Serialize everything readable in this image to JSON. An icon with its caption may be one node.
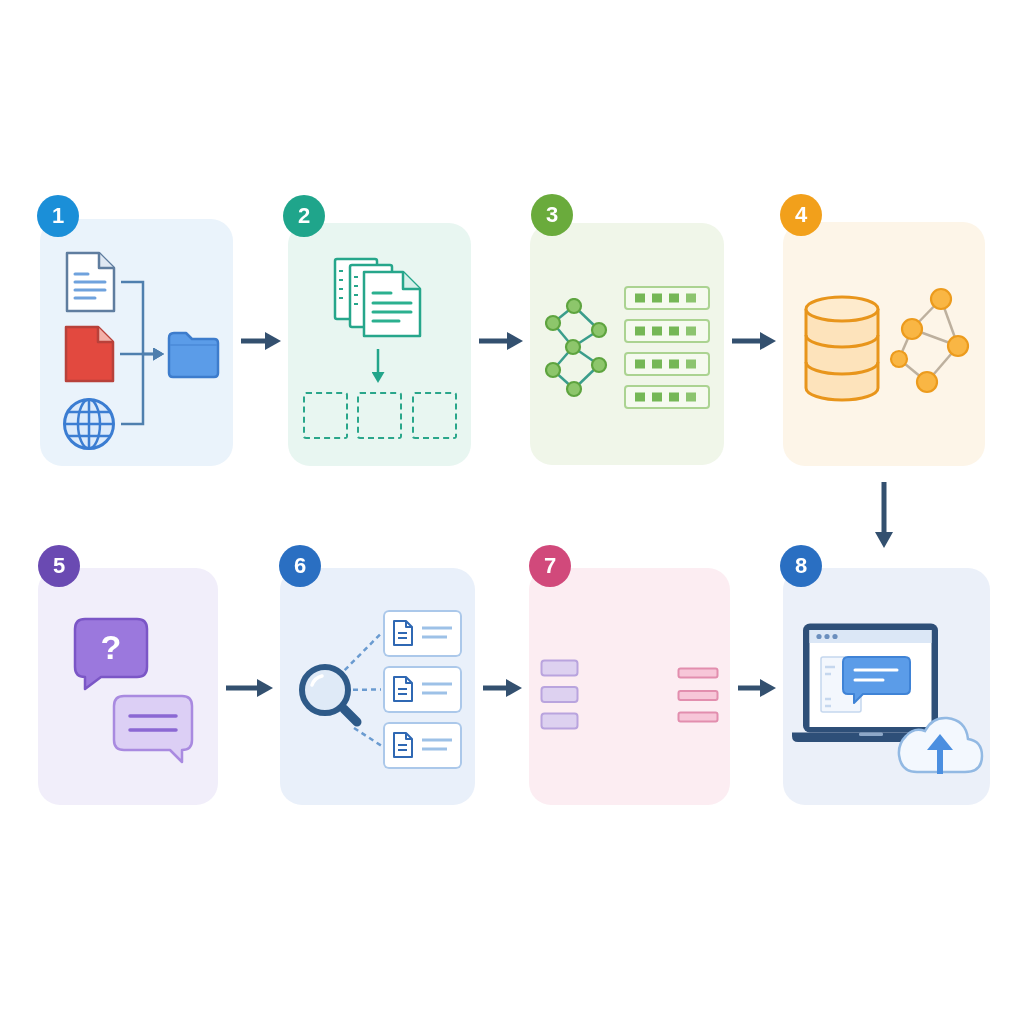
{
  "diagram": {
    "nodes": [
      {
        "text": [
          "1"
        ]
      },
      {
        "text": [],
        "shape": "picture",
        "in": 0
      },
      {
        "text": [],
        "shape": "picture",
        "in": 0
      },
      {
        "text": [],
        "shape": "picture",
        "in": 0
      },
      {
        "text": [],
        "shape": "picture",
        "in": 0
      },
      {
        "text": [
          "2"
        ]
      },
      {
        "text": [],
        "shape": "picture",
        "in": 5
      },
      {
        "text": [],
        "shape": "box",
        "in": 5
      },
      {
        "text": [],
        "shape": "box",
        "in": 5
      },
      {
        "text": [],
        "shape": "box",
        "in": 5
      },
      {
        "text": [
          "3"
        ]
      },
      {
        "text": [
          "4"
        ]
      },
      {
        "text": [
          "5"
        ]
      },
      {
        "text": [
          "?"
        ],
        "in": 12
      },
      {
        "text": [
          "6"
        ]
      },
      {
        "text": [],
        "shape": "picture",
        "in": 14
      },
      {
        "text": [],
        "shape": "box",
        "in": 14
      },
      {
        "text": [],
        "shape": "box",
        "in": 14
      },
      {
        "text": [],
        "shape": "box",
        "in": 14
      },
      {
        "text": [
          "7"
        ]
      },
      {
        "text": [
          "8"
        ]
      }
    ],
    "edges": [
      {
        "from": 1,
        "to": 4,
        "arrow": "to",
        "color": "#4f7fae"
      },
      {
        "from": 2,
        "to": 4,
        "arrow": "to",
        "color": "#4f7fae"
      },
      {
        "from": 3,
        "to": 4,
        "arrow": "to",
        "color": "#4f7fae"
      },
      {
        "from": 0,
        "to": 5,
        "arrow": "to",
        "style": "thick"
      },
      {
        "from": 6,
        "to": 8,
        "arrow": "to",
        "color": "#22a58a"
      },
      {
        "from": 5,
        "to": 10,
        "arrow": "to",
        "style": "thick"
      },
      {
        "from": 10,
        "to": 11,
        "arrow": "to",
        "style": "thick"
      },
      {
        "from": 11,
        "to": 20,
        "arrow": "to",
        "style": "thick"
      },
      {
        "from": 12,
        "to": 14,
        "arrow": "to",
        "style": "thick"
      },
      {
        "from": 15,
        "to": 16,
        "arrow": "none",
        "style": "dashed",
        "color": "#6a9bd0"
      },
      {
        "from": 15,
        "to": 17,
        "arrow": "none",
        "style": "dashed",
        "color": "#6a9bd0"
      },
      {
        "from": 15,
        "to": 18,
        "arrow": "none",
        "style": "dashed",
        "color": "#6a9bd0"
      },
      {
        "from": 14,
        "to": 19,
        "arrow": "to",
        "style": "thick"
      },
      {
        "from": 19,
        "to": 20,
        "arrow": "to",
        "style": "thick"
      }
    ]
  }
}
